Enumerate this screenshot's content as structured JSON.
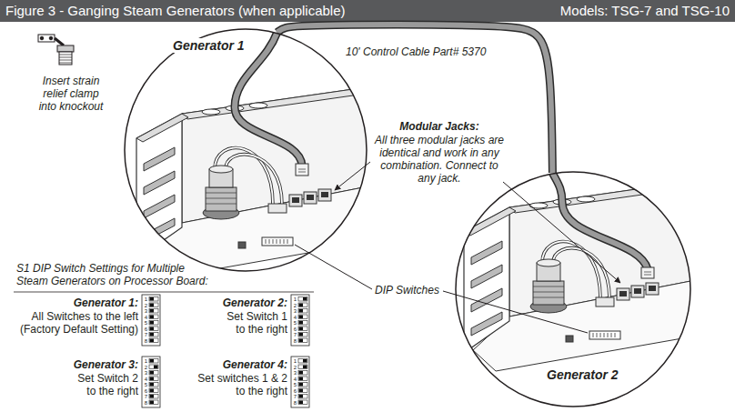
{
  "diagram": {
    "title": "Figure 3 - Ganging Steam Generators (when applicable)",
    "nodes": [
      {
        "text": [
          "Generator 1"
        ]
      },
      {
        "text": [
          "Generator 2"
        ]
      }
    ],
    "edges": [
      {
        "from": 0,
        "to": 1,
        "arrow": "none",
        "label": "10' Control Cable Part# 5370"
      }
    ],
    "labels": [
      "Models: TSG-7 and TSG-10",
      "Insert strain relief clamp into knockout",
      "Modular Jacks:",
      "All three modular jacks are identical and work in any combination. Connect to any jack.",
      "DIP Switches",
      "S1 DIP Switch Settings for Multiple Steam Generators on Processor Board:",
      "Generator 1:",
      "All Switches to the left (Factory Default Setting)",
      "Generator 2:",
      "Set Switch 1 to the right",
      "Generator 3:",
      "Set Switch 2 to the right",
      "Generator 4:",
      "Set switches 1 & 2 to the right",
      "1",
      "2",
      "3",
      "4",
      "5",
      "6",
      "7",
      "8",
      "1",
      "2",
      "3",
      "4",
      "5",
      "6",
      "7",
      "8",
      "1",
      "2",
      "3",
      "4",
      "5",
      "6",
      "7",
      "8",
      "1",
      "2",
      "3",
      "4",
      "5",
      "6",
      "7",
      "8"
    ]
  }
}
